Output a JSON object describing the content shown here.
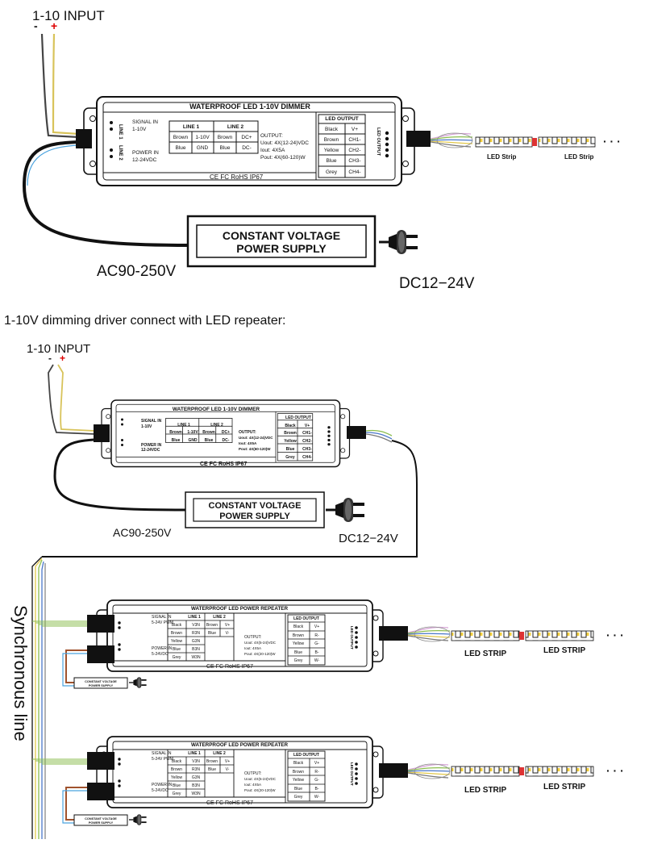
{
  "top": {
    "input_label": "1-10 INPUT",
    "minus": "-",
    "plus": "+",
    "ac_label": "AC90-250V",
    "dc_label": "DC12−24V"
  },
  "dimmer": {
    "title": "WATERPROOF LED 1-10V DIMMER",
    "line1_side": "LINE 1",
    "line2_side": "LINE 2",
    "signal_in": "SIGNAL IN",
    "signal_v": "1-10V",
    "power_in": "POWER IN",
    "power_v": "12-24VDC",
    "table_line1": "LINE 1",
    "table_line2": "LINE 2",
    "brown": "Brown",
    "v110": "1-10V",
    "blue": "Blue",
    "gnd": "GND",
    "dcplus": "DC+",
    "dcminus": "DC-",
    "output_title": "OUTPUT:",
    "uout": "Uout: 4X(12-24)VDC",
    "iout": "Iout: 4X5A",
    "pout": "Pout: 4X(60-120)W",
    "led_output": "LED OUTPUT",
    "out_rows": [
      [
        "Black",
        "V+"
      ],
      [
        "Brown",
        "CH1-"
      ],
      [
        "Yellow",
        "CH2-"
      ],
      [
        "Blue",
        "CH3-"
      ],
      [
        "Grey",
        "CH4-"
      ]
    ],
    "side_label": "LED OUTPUT",
    "footer": "CE FC RoHS IP67"
  },
  "power_supply": {
    "line1": "CONSTANT VOLTAGE",
    "line2": "POWER SUPPLY"
  },
  "strip_labels": {
    "top_a": "LED Strip",
    "top_b": "LED Strip",
    "rep": "LED STRIP",
    "dots": "· · ·"
  },
  "section_title": "1-10V dimming driver connect with LED repeater:",
  "sync_label": "Synchronous line",
  "repeater": {
    "title": "WATERPROOF LED POWER REPEATER",
    "signal_in": "SIGNAL IN",
    "signal_v": "5-24V PWM",
    "power_in": "POWER IN",
    "power_v": "5-24VDC",
    "table_line1": "LINE 1",
    "table_line2": "LINE 2",
    "rows": [
      [
        "Black",
        "V3N",
        "Brown",
        "V+"
      ],
      [
        "Brown",
        "R3N",
        "Blue",
        "V-"
      ],
      [
        "Yellow",
        "G3N",
        "",
        ""
      ],
      [
        "Blue",
        "B3N",
        "",
        ""
      ],
      [
        "Grey",
        "W3N",
        "",
        ""
      ]
    ],
    "output_title": "OUTPUT:",
    "uout": "Uout: 4X(5-24)VDC",
    "iout": "Iout: 4X5A",
    "pout": "Pout: 4X(20-120)W",
    "led_output": "LED OUTPUT",
    "out_rows": [
      [
        "Black",
        "V+"
      ],
      [
        "Brown",
        "R-"
      ],
      [
        "Yellow",
        "G-"
      ],
      [
        "Blue",
        "B-"
      ],
      [
        "Grey",
        "W-"
      ]
    ],
    "side_label": "LED OUTPUT",
    "footer": "CE FC RoHS IP67",
    "ps_line1": "CONSTANT VOLTAGE",
    "ps_line2": "POWER SUPPLY"
  }
}
